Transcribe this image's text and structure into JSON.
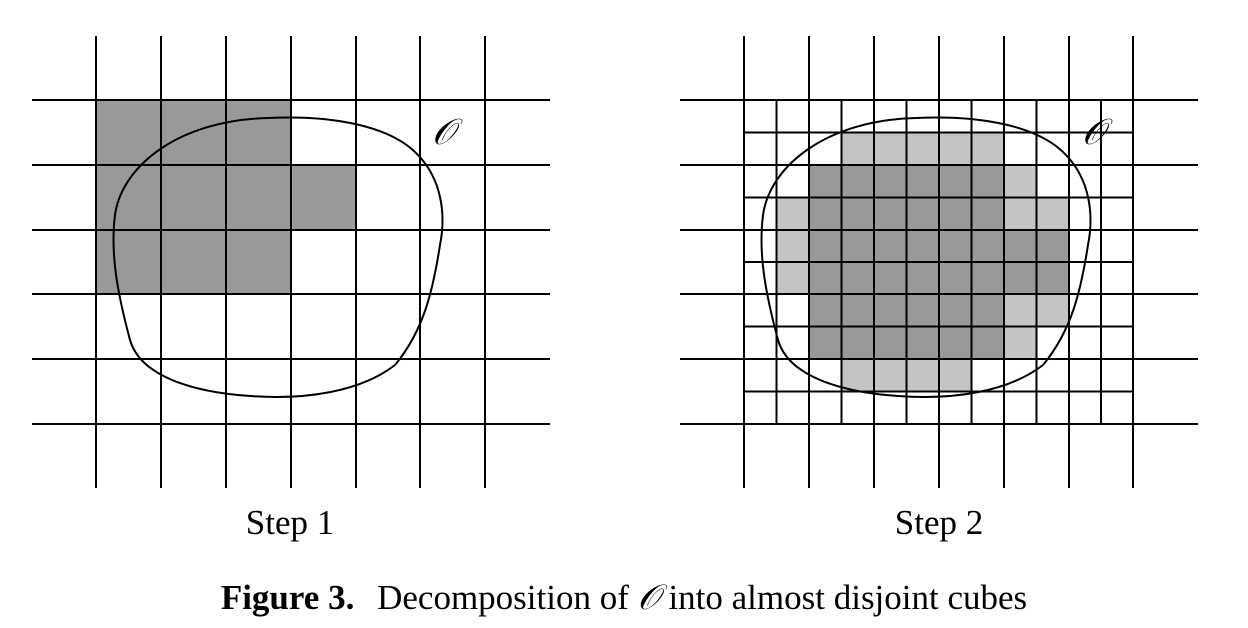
{
  "panels": [
    {
      "label": "Step 1",
      "domain_symbol": "𝒪"
    },
    {
      "label": "Step 2",
      "domain_symbol": "𝒪"
    }
  ],
  "caption": {
    "bold": "Figure 3.",
    "text_before": "Decomposition of",
    "symbol": "𝒪",
    "text_after": "into almost disjoint cubes"
  },
  "colors": {
    "dark_cube": "#999999",
    "light_cube": "#c4c4c4",
    "lines": "#000000"
  }
}
